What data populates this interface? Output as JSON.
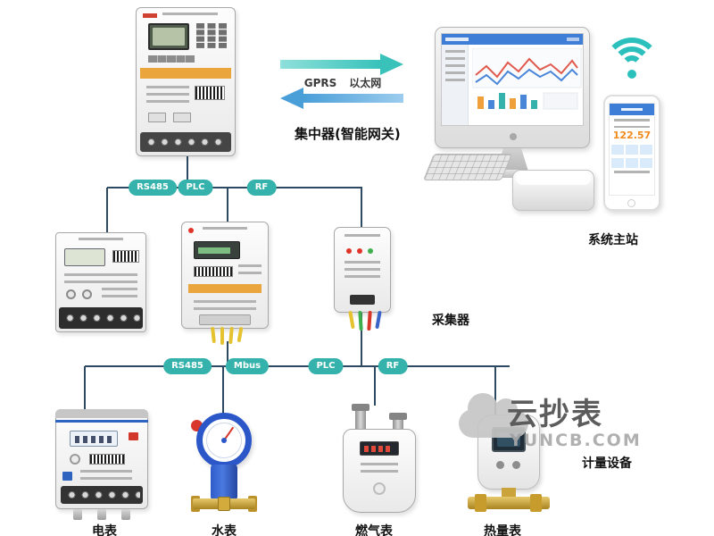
{
  "labels": {
    "concentrator": "集中器(智能网关)",
    "system_station": "系统主站",
    "collector": "采集器",
    "metering_devices": "计量设备",
    "gprs": "GPRS",
    "ethernet": "以太网"
  },
  "bus1": {
    "pills": [
      "RS485",
      "PLC",
      "RF"
    ]
  },
  "bus2": {
    "pills": [
      "RS485",
      "Mbus",
      "PLC",
      "RF"
    ]
  },
  "meters": [
    {
      "label": "电表"
    },
    {
      "label": "水表"
    },
    {
      "label": "燃气表"
    },
    {
      "label": "热量表"
    }
  ],
  "phone": {
    "reading": "122.57"
  },
  "watermark": {
    "brand": "云抄表",
    "site": "YUNCB.COM"
  },
  "icons": [
    "wifi-icon",
    "cloud-icon"
  ],
  "colors": {
    "link_line": "#2e4a63",
    "pill_teal": "#35b2ab",
    "arrow_teal": "#38c2ba",
    "arrow_blue": "#4a9fd8"
  }
}
